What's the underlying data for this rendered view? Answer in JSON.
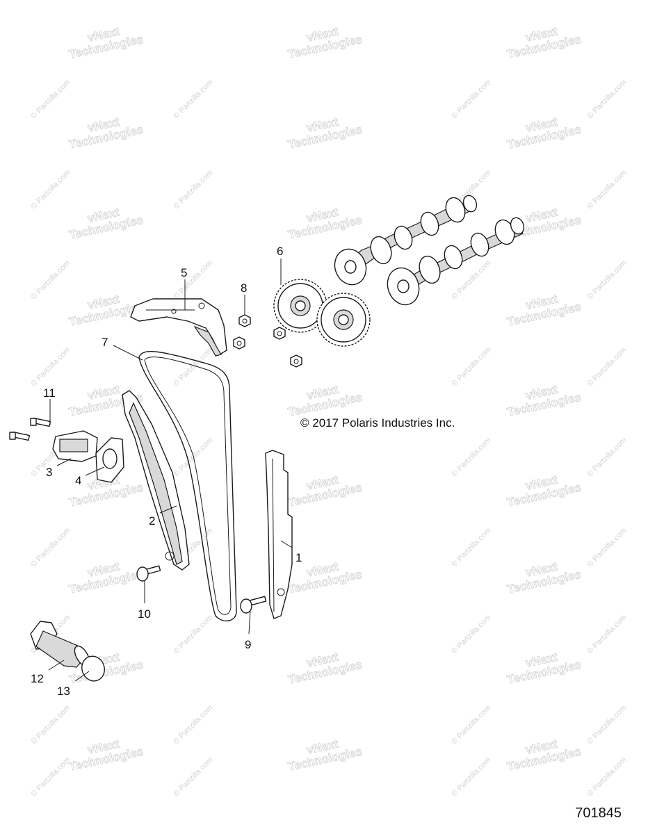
{
  "watermark": {
    "brand_line1": "vNext",
    "brand_line2": "Technologies",
    "site": "© Partzilla.com"
  },
  "copyright": "© 2017 Polaris Industries Inc.",
  "diagram_id": "701845",
  "callouts": {
    "c1": "1",
    "c2": "2",
    "c3": "3",
    "c4": "4",
    "c5": "5",
    "c6": "6",
    "c7": "7",
    "c8": "8",
    "c9": "9",
    "c10": "10",
    "c11": "11",
    "c12": "12",
    "c13": "13"
  }
}
